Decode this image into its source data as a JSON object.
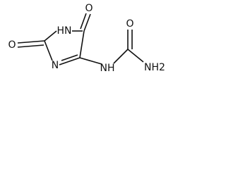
{
  "molecule": {
    "atoms": {
      "ring_nh": "HN",
      "ring_n": "N",
      "o_top": "O",
      "o_left": "O",
      "nh_link": "NH",
      "o_urea": "O",
      "nh2": "NH2"
    }
  }
}
